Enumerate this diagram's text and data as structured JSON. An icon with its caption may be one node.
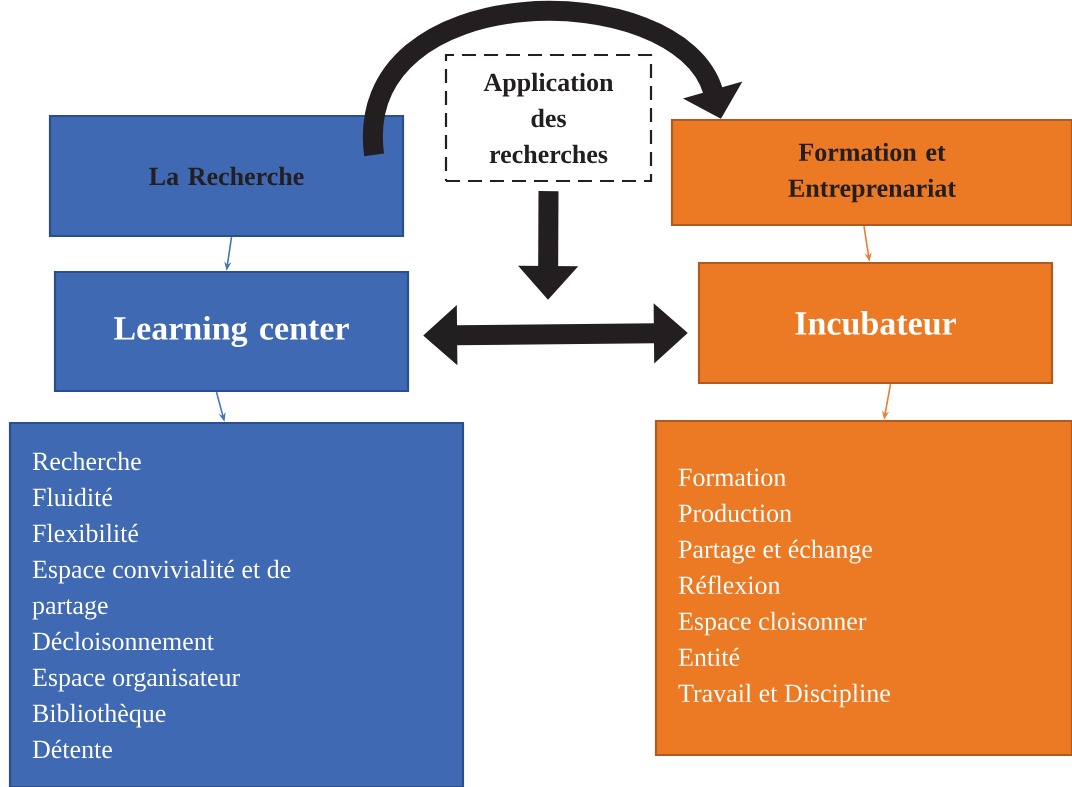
{
  "diagram": {
    "nodes": [
      {
        "text": [
          "La Recherche"
        ]
      },
      {
        "text": [
          "Application des recherches"
        ]
      },
      {
        "text": [
          "Formation et Entreprenariat"
        ]
      },
      {
        "text": [
          "Learning center"
        ]
      },
      {
        "text": [
          "Incubateur"
        ]
      },
      {
        "text": [
          "Recherche",
          "Fluidité",
          "Flexibilité",
          "Espace convivialité et de partage",
          "Décloisonnement",
          "Espace organisateur",
          "Bibliothèque",
          "Détente"
        ]
      },
      {
        "text": [
          "Formation",
          "Production",
          "Partage et échange",
          "Réflexion",
          "Espace cloisonner",
          "Entité",
          "Travail et Discipline"
        ]
      }
    ],
    "edges": [
      {
        "from": 0,
        "to": 3,
        "arrow": "to",
        "color": "#4472c4"
      },
      {
        "from": 3,
        "to": 5,
        "arrow": "to",
        "color": "#4472c4"
      },
      {
        "from": 2,
        "to": 4,
        "arrow": "to",
        "color": "#ed7d31"
      },
      {
        "from": 4,
        "to": 6,
        "arrow": "to",
        "color": "#ed7d31"
      },
      {
        "from": 0,
        "to": 2,
        "arrow": "to",
        "style": "thick",
        "color": "#231f20"
      },
      {
        "from": 1,
        "to": null,
        "arrow": "to",
        "style": "thick",
        "color": "#231f20"
      },
      {
        "from": 3,
        "to": 4,
        "arrow": "both",
        "style": "thick",
        "color": "#231f20"
      }
    ]
  }
}
